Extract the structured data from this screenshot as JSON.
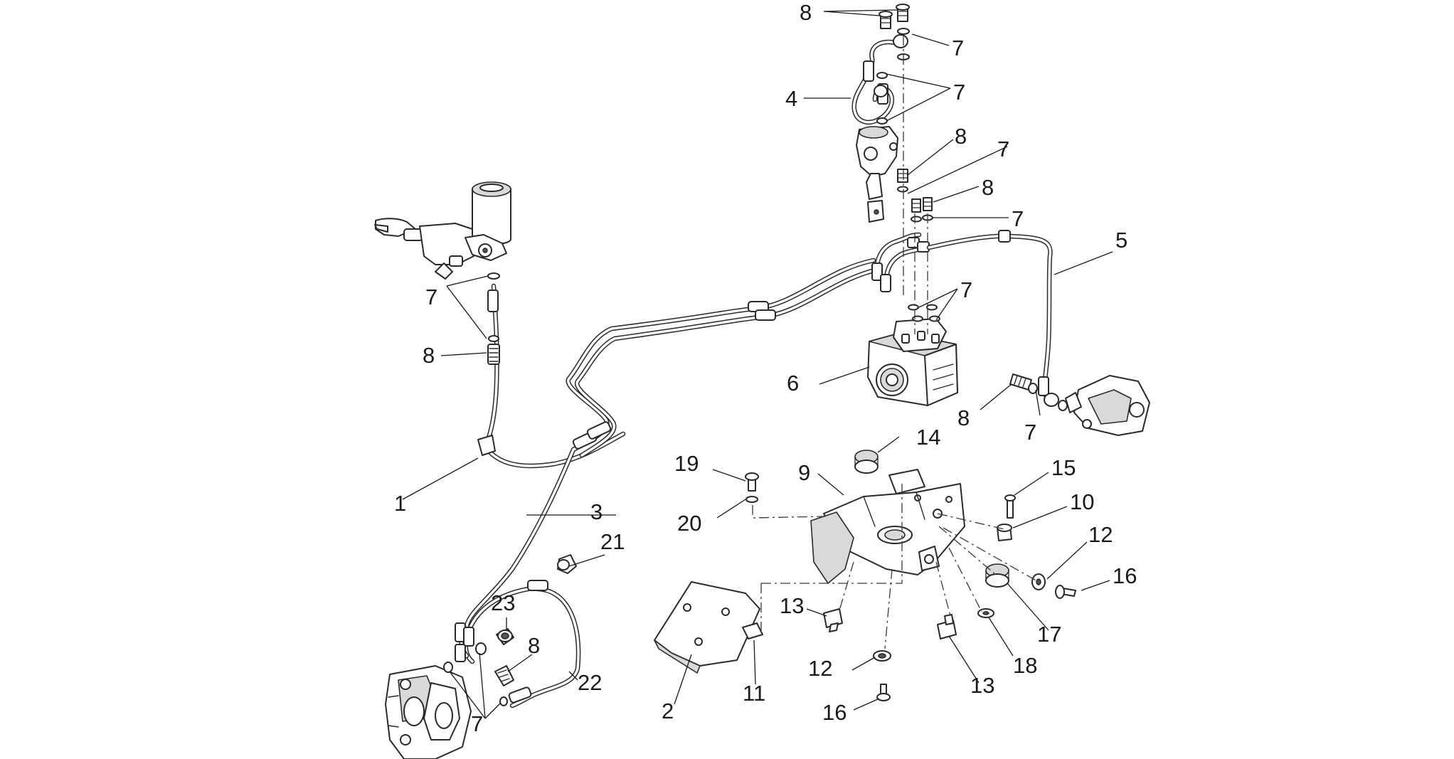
{
  "callouts": [
    {
      "id": "c8-top",
      "label": "8"
    },
    {
      "id": "c7-top",
      "label": "7"
    },
    {
      "id": "c4",
      "label": "4"
    },
    {
      "id": "c7-hose4",
      "label": "7"
    },
    {
      "id": "c8-rmc",
      "label": "8"
    },
    {
      "id": "c7-rmc",
      "label": "7"
    },
    {
      "id": "c8-abs",
      "label": "8"
    },
    {
      "id": "c7-abs",
      "label": "7"
    },
    {
      "id": "c5",
      "label": "5"
    },
    {
      "id": "c7-left",
      "label": "7"
    },
    {
      "id": "c8-left",
      "label": "8"
    },
    {
      "id": "c7-absbody",
      "label": "7"
    },
    {
      "id": "c6",
      "label": "6"
    },
    {
      "id": "c8-rear",
      "label": "8"
    },
    {
      "id": "c7-rear",
      "label": "7"
    },
    {
      "id": "c14",
      "label": "14"
    },
    {
      "id": "c19",
      "label": "19"
    },
    {
      "id": "c9",
      "label": "9"
    },
    {
      "id": "c15",
      "label": "15"
    },
    {
      "id": "c1",
      "label": "1"
    },
    {
      "id": "c3",
      "label": "3"
    },
    {
      "id": "c10",
      "label": "10"
    },
    {
      "id": "c20",
      "label": "20"
    },
    {
      "id": "c12-right",
      "label": "12"
    },
    {
      "id": "c21",
      "label": "21"
    },
    {
      "id": "c16-right",
      "label": "16"
    },
    {
      "id": "c13-left",
      "label": "13"
    },
    {
      "id": "c23",
      "label": "23"
    },
    {
      "id": "c17",
      "label": "17"
    },
    {
      "id": "c8-bottom",
      "label": "8"
    },
    {
      "id": "c18",
      "label": "18"
    },
    {
      "id": "c12-bottom",
      "label": "12"
    },
    {
      "id": "c22",
      "label": "22"
    },
    {
      "id": "c13-right",
      "label": "13"
    },
    {
      "id": "c11",
      "label": "11"
    },
    {
      "id": "c2",
      "label": "2"
    },
    {
      "id": "c16-bottom",
      "label": "16"
    },
    {
      "id": "c7-bottom",
      "label": "7"
    }
  ]
}
